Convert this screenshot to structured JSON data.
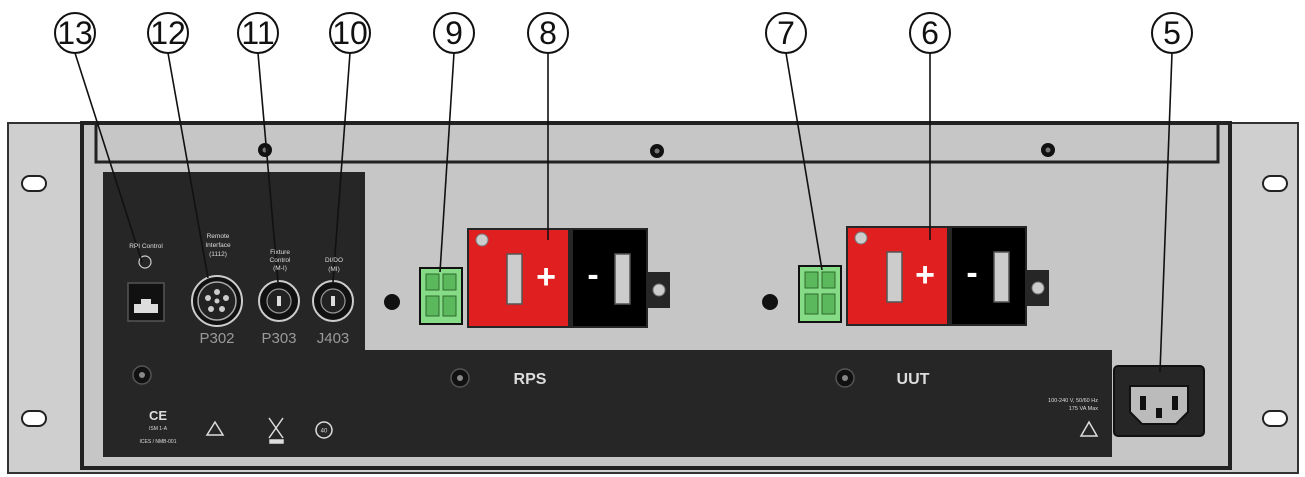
{
  "callouts": [
    "13",
    "12",
    "11",
    "10",
    "9",
    "8",
    "7",
    "6",
    "5"
  ],
  "connectors": {
    "rpi_control": "RPI Control",
    "remote_interface": [
      "Remote",
      "Interface",
      "(1112)"
    ],
    "fixture_control": [
      "Fixture",
      "Control",
      "(M-I)"
    ],
    "di_do": [
      "DI/DO",
      "(MI)"
    ],
    "p302": "P302",
    "p303": "P303",
    "j403": "J403"
  },
  "terminals": {
    "rps_label": "RPS",
    "uut_label": "UUT",
    "plus_symbol": "+",
    "minus_symbol": "-"
  },
  "power": {
    "rating_line1": "100-240 V, 50/60 Hz",
    "rating_line2": "175 VA Max"
  },
  "markings": {
    "ce": "CE",
    "ism": "ISM 1-A",
    "ices": "ICES / NMB-001",
    "rohs": "40"
  },
  "colors": {
    "panel": "#c8c8c8",
    "dark_panel": "#262626",
    "red_terminal": "#e02020",
    "green_connector": "#7ed87e"
  }
}
